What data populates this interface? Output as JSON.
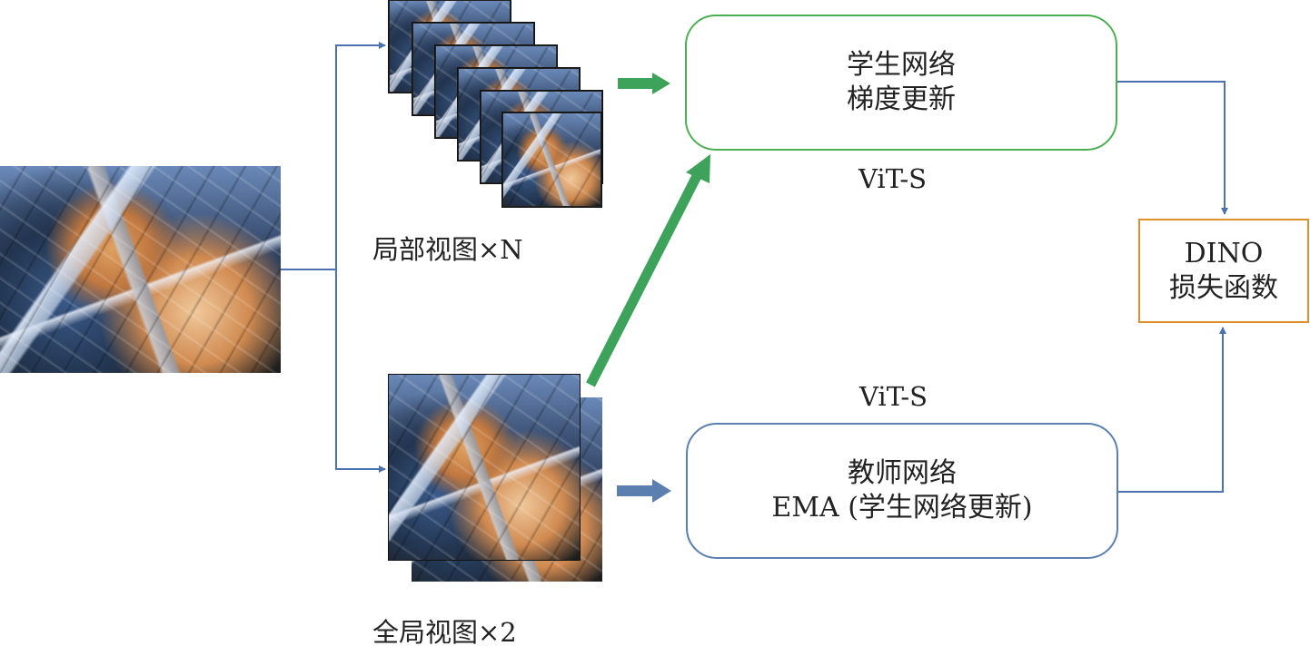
{
  "diagram": {
    "local_views_label": "局部视图×N",
    "global_views_label": "全局视图×2",
    "student": {
      "line1": "学生网络",
      "line2": "梯度更新",
      "arch": "ViT-S"
    },
    "teacher": {
      "line1": "教师网络",
      "line2": "EMA (学生网络更新)",
      "arch": "ViT-S"
    },
    "loss": {
      "line1": "DINO",
      "line2": "损失函数"
    }
  },
  "colors": {
    "student_border": "#4caf50",
    "student_arrow": "#3da35a",
    "teacher_border": "#5b80b0",
    "teacher_arrow": "#5b80b0",
    "loss_border": "#e0902a",
    "connector": "#4a72b0"
  }
}
